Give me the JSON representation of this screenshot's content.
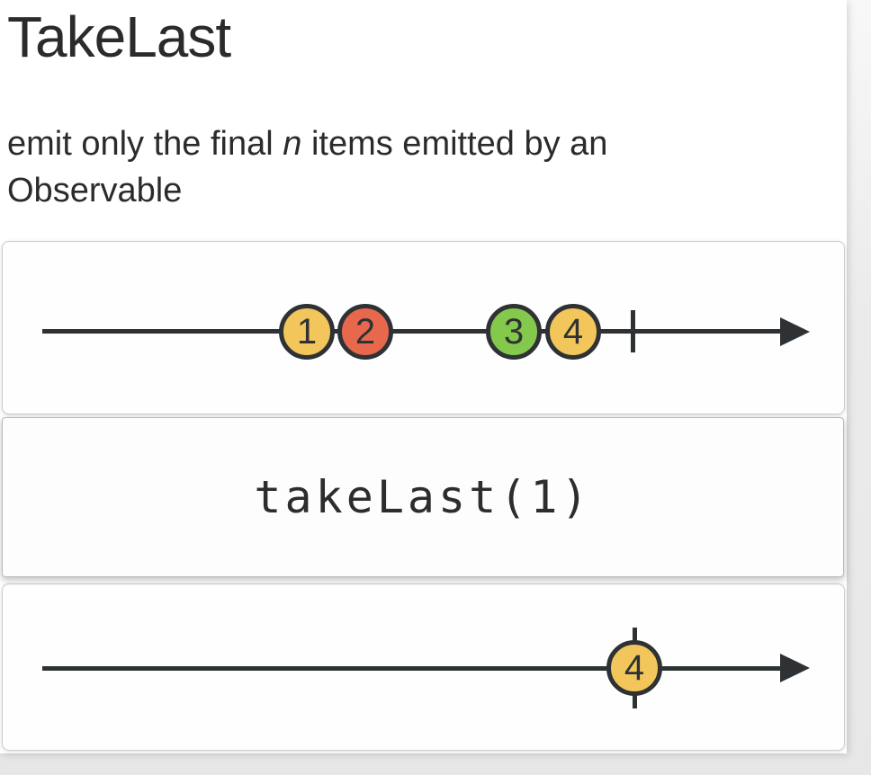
{
  "page": {
    "title": "TakeLast",
    "subtitle": {
      "prefix": "emit only the final ",
      "emphasis": "n",
      "suffix": " items emitted by an Observable"
    }
  },
  "diagram": {
    "operator_label": "takeLast(1)",
    "colors": {
      "line": "#2e3234",
      "amber": "#f2c65a",
      "red": "#e8684d",
      "green": "#85c94c"
    },
    "input_marbles": [
      {
        "label": "1",
        "color": "#f2c65a"
      },
      {
        "label": "2",
        "color": "#e8684d"
      },
      {
        "label": "3",
        "color": "#85c94c"
      },
      {
        "label": "4",
        "color": "#f2c65a"
      }
    ],
    "output_marbles": [
      {
        "label": "4",
        "color": "#f2c65a"
      }
    ]
  }
}
